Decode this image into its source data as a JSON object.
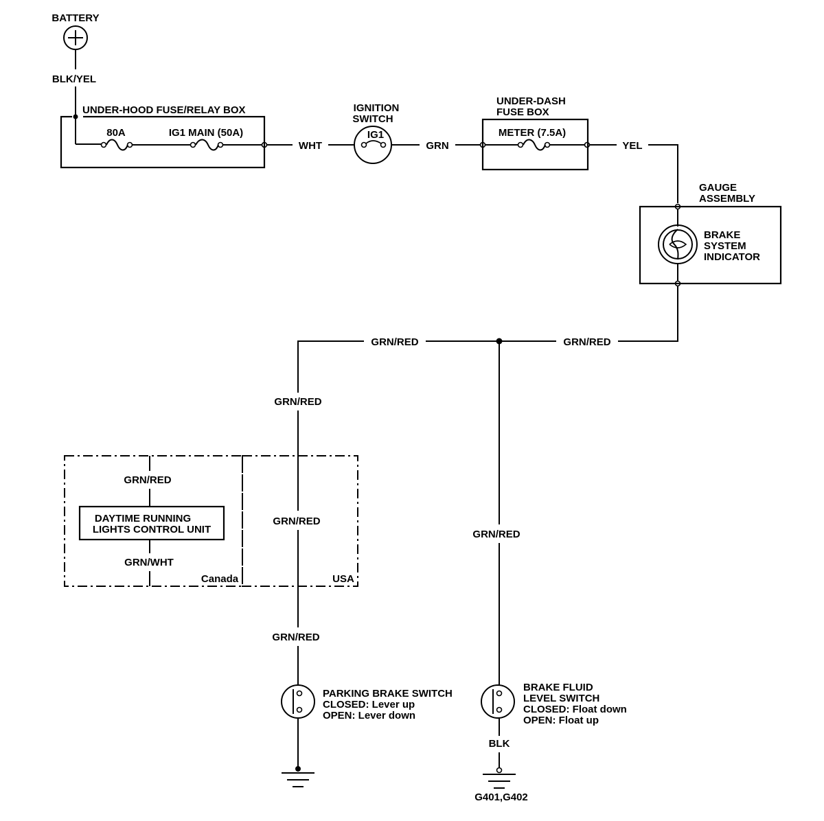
{
  "battery": {
    "label": "BATTERY",
    "wire": "BLK/YEL"
  },
  "underhood": {
    "title": "UNDER-HOOD FUSE/RELAY BOX",
    "fuse1": "80A",
    "fuse2": "IG1 MAIN (50A)"
  },
  "wire_wht": "WHT",
  "ignition": {
    "title_line1": "IGNITION",
    "title_line2": "SWITCH",
    "terminal": "IG1"
  },
  "wire_grn": "GRN",
  "underdash": {
    "title_line1": "UNDER-DASH",
    "title_line2": "FUSE BOX",
    "fuse": "METER (7.5A)"
  },
  "wire_yel": "YEL",
  "gauge": {
    "title_line1": "GAUGE",
    "title_line2": "ASSEMBLY",
    "indicator_line1": "BRAKE",
    "indicator_line2": "SYSTEM",
    "indicator_line3": "INDICATOR"
  },
  "wires": {
    "grn_red_top_right": "GRN/RED",
    "grn_red_top_left": "GRN/RED",
    "grn_red_left_vertical": "GRN/RED",
    "grn_red_canada_top": "GRN/RED",
    "grn_wht_canada_bottom": "GRN/WHT",
    "grn_red_usa": "GRN/RED",
    "grn_red_lower_left": "GRN/RED",
    "grn_red_right_vertical": "GRN/RED",
    "blk": "BLK"
  },
  "drl": {
    "line1": "DAYTIME RUNNING",
    "line2": "LIGHTS CONTROL UNIT"
  },
  "regions": {
    "canada": "Canada",
    "usa": "USA"
  },
  "parking_brake": {
    "line1": "PARKING BRAKE SWITCH",
    "line2": "CLOSED: Lever up",
    "line3": "OPEN: Lever down"
  },
  "fluid_switch": {
    "line1": "BRAKE FLUID",
    "line2": "LEVEL SWITCH",
    "line3": "CLOSED: Float down",
    "line4": "OPEN: Float up"
  },
  "ground": {
    "label": "G401,G402"
  }
}
